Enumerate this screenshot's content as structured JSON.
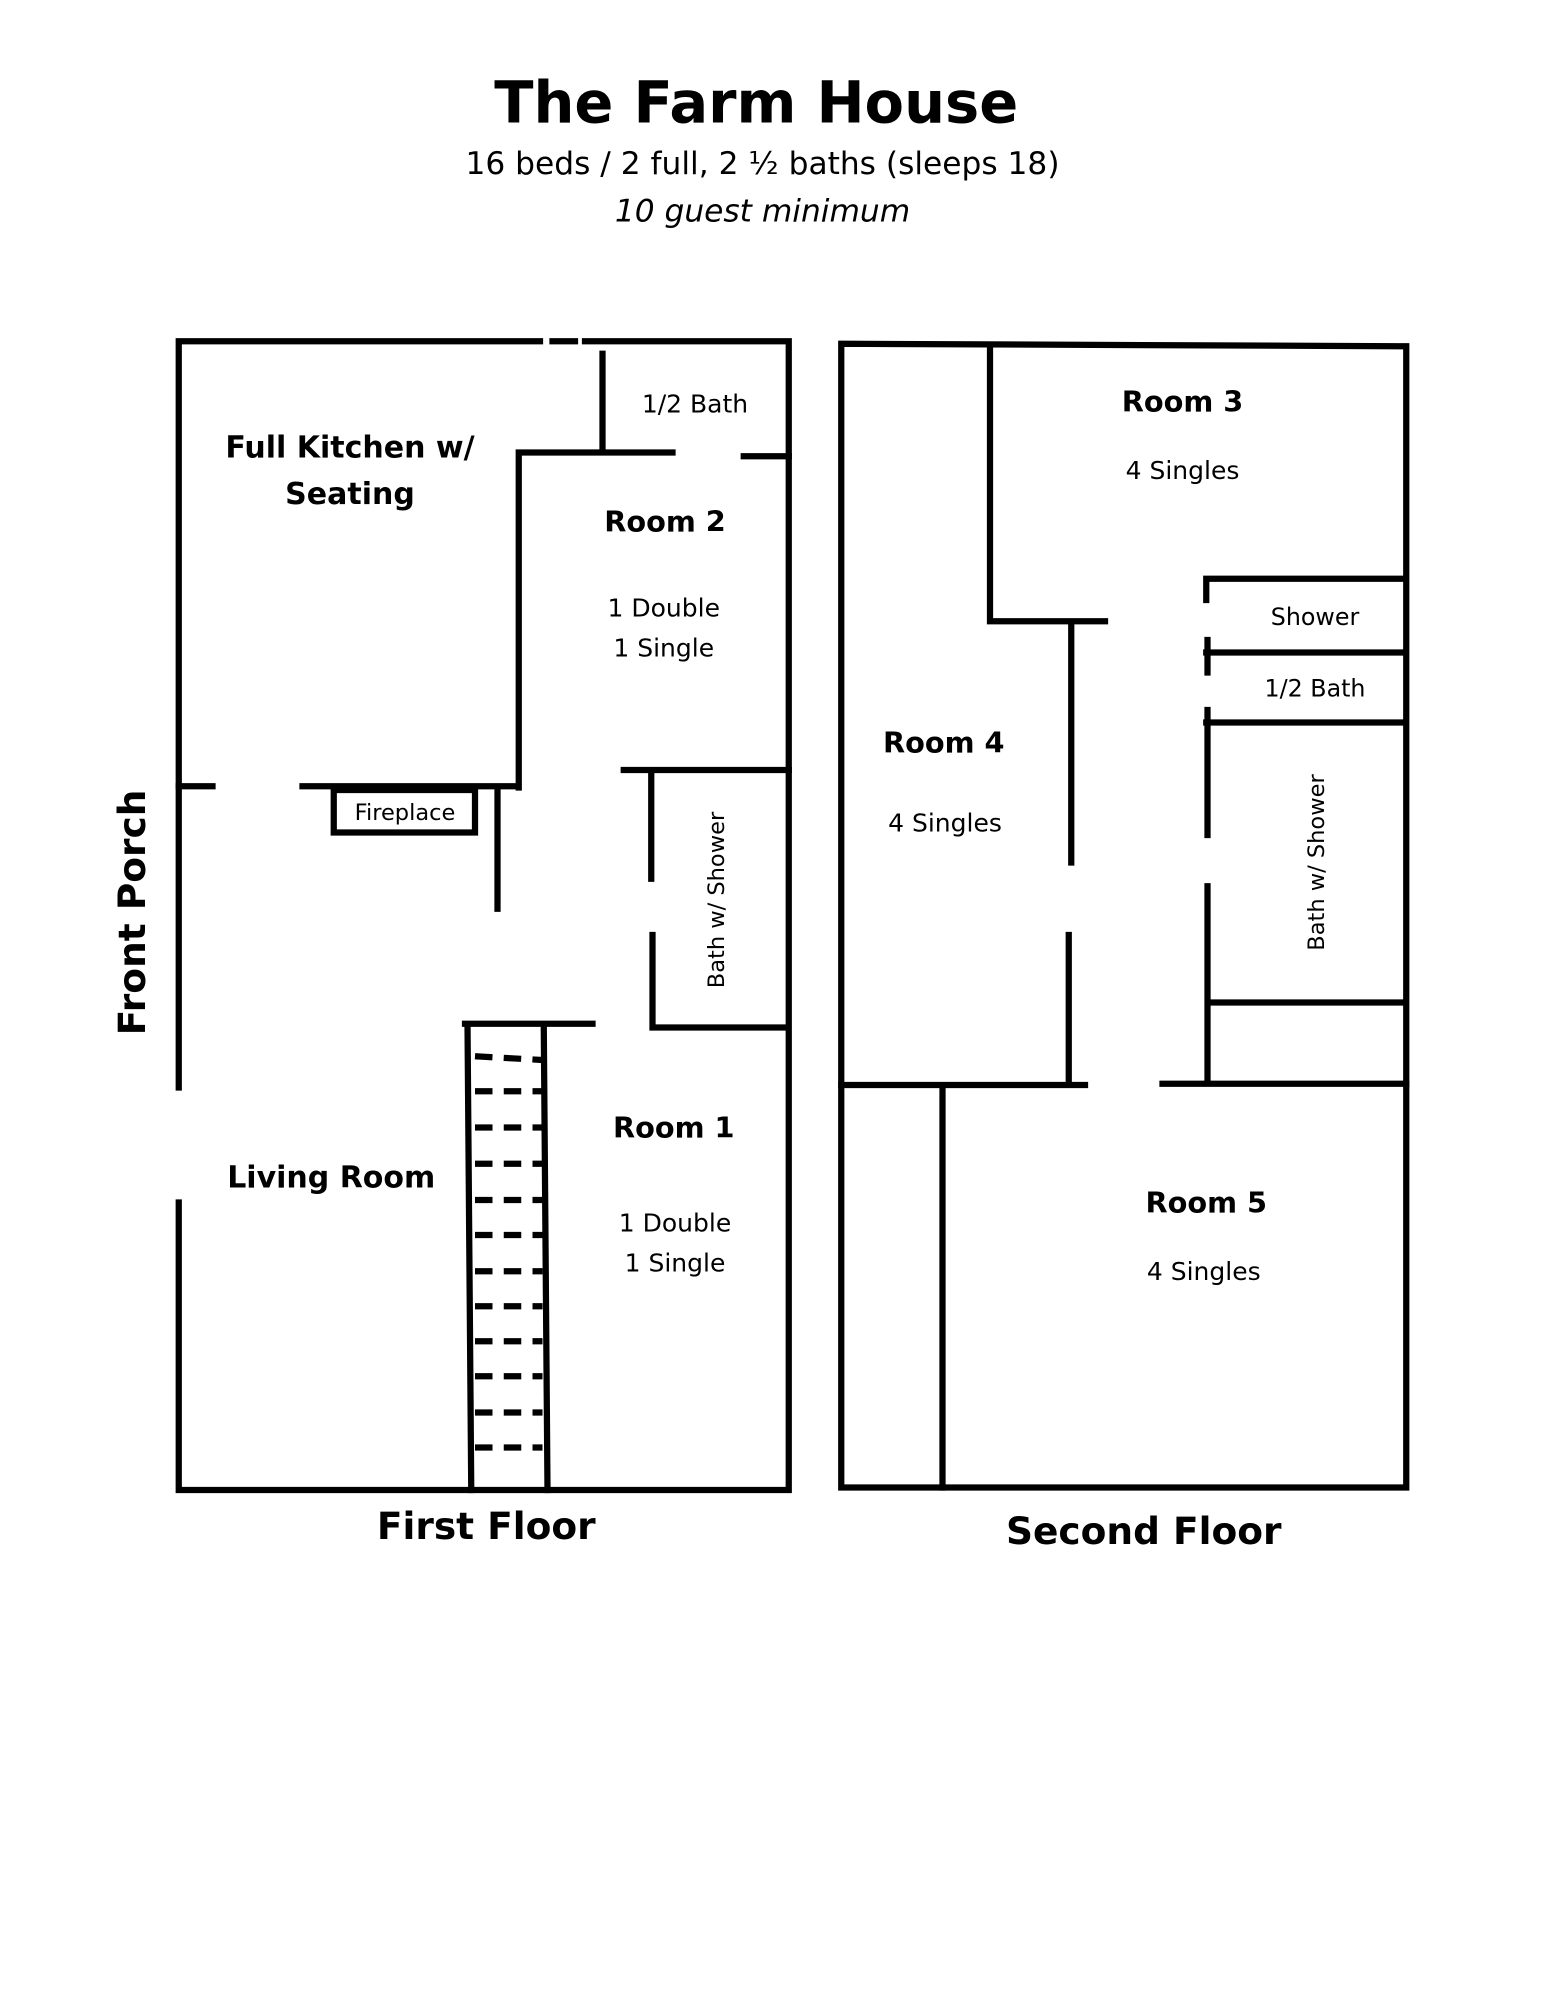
{
  "header": {
    "title": "The Farm House",
    "subtitle": "16 beds / 2 full, 2 ½ baths (sleeps 18)",
    "note": "10 guest minimum"
  },
  "first_floor": {
    "label": "First Floor",
    "front_porch": "Front Porch",
    "kitchen": [
      "Full Kitchen w/",
      "Seating"
    ],
    "half_bath": "1/2 Bath",
    "room2": {
      "name": "Room 2",
      "beds": [
        "1 Double",
        "1 Single"
      ]
    },
    "fireplace": "Fireplace",
    "bath": "Bath w/ Shower",
    "living_room": "Living Room",
    "room1": {
      "name": "Room 1",
      "beds": [
        "1 Double",
        "1 Single"
      ]
    }
  },
  "second_floor": {
    "label": "Second Floor",
    "room3": {
      "name": "Room 3",
      "beds": "4 Singles"
    },
    "shower": "Shower",
    "half_bath": "1/2 Bath",
    "room4": {
      "name": "Room 4",
      "beds": "4 Singles"
    },
    "bath": "Bath w/ Shower",
    "room5": {
      "name": "Room 5",
      "beds": "4 Singles"
    }
  }
}
